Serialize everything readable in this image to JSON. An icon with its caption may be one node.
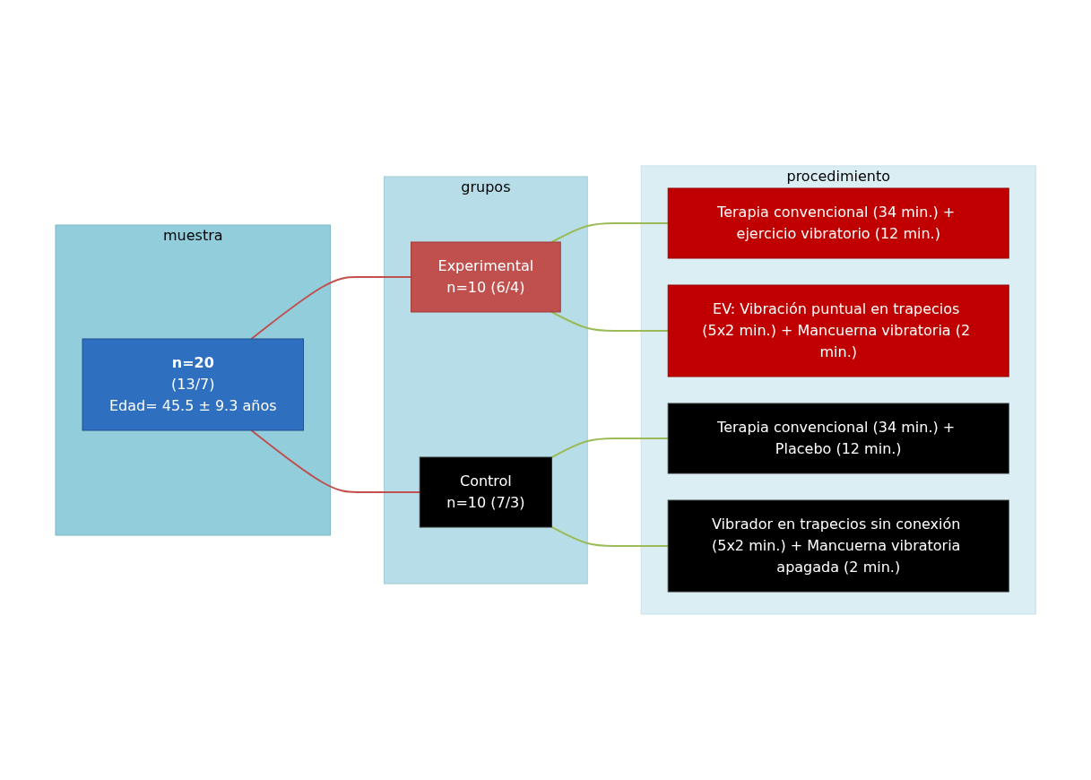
{
  "diagram": {
    "nodes": [
      {
        "text": [
          "muestra"
        ]
      },
      {
        "text": [
          "grupos"
        ]
      },
      {
        "text": [
          "procedimiento"
        ]
      },
      {
        "text": [
          "n=20",
          "(13/7)",
          "Edad= 45.5 ± 9.3 años"
        ],
        "in": 0
      },
      {
        "text": [
          "Experimental",
          "n=10 (6/4)"
        ],
        "in": 1
      },
      {
        "text": [
          "Control",
          "n=10 (7/3)"
        ],
        "in": 1
      },
      {
        "text": [
          "Terapia convencional (34 min.) + ejercicio vibratorio (12 min.)"
        ],
        "in": 2
      },
      {
        "text": [
          "EV: Vibración puntual en trapecios (5x2 min.) + Mancuerna vibratoria (2 min.)"
        ],
        "in": 2
      },
      {
        "text": [
          "Terapia convencional (34 min.) + Placebo (12 min.)"
        ],
        "in": 2
      },
      {
        "text": [
          "Vibrador en trapecios sin conexión (5x2 min.) + Mancuerna vibratoria apagada (2 min.)"
        ],
        "in": 2
      }
    ],
    "edges": [
      {
        "from": 3,
        "to": 4,
        "arrow": "none",
        "color": "#c0504d"
      },
      {
        "from": 3,
        "to": 5,
        "arrow": "none",
        "color": "#c0504d"
      },
      {
        "from": 4,
        "to": 6,
        "arrow": "none"
      },
      {
        "from": 4,
        "to": 7,
        "arrow": "none"
      },
      {
        "from": 5,
        "to": 8,
        "arrow": "none"
      },
      {
        "from": 5,
        "to": 9,
        "arrow": "none"
      }
    ]
  }
}
